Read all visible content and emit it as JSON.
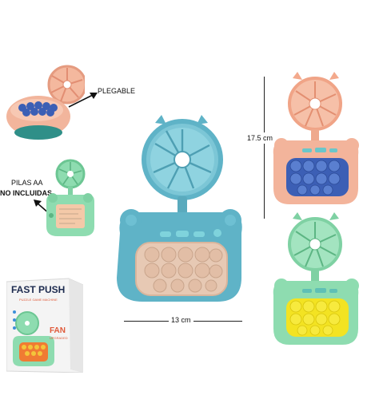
{
  "labels": {
    "plegable": "PLEGABLE",
    "pilas": "PILAS  AA",
    "no_incluidas": "NO INCLUIDAS",
    "height_dim": "17.5 cm",
    "width_dim": "13 cm"
  },
  "box": {
    "title": "FAST PUSH",
    "subtitle": "PUZZLE GAME MACHINE",
    "fan": "FAN",
    "fan_sub": "UPGRADED"
  },
  "colors": {
    "main_body": "#5fb3c7",
    "main_bubbles": "#e7c9b4",
    "peach_body": "#f3b49b",
    "peach_bubbles": "#3c5fb5",
    "mint_body": "#8edcb0",
    "mint_bubbles": "#f3e322"
  }
}
